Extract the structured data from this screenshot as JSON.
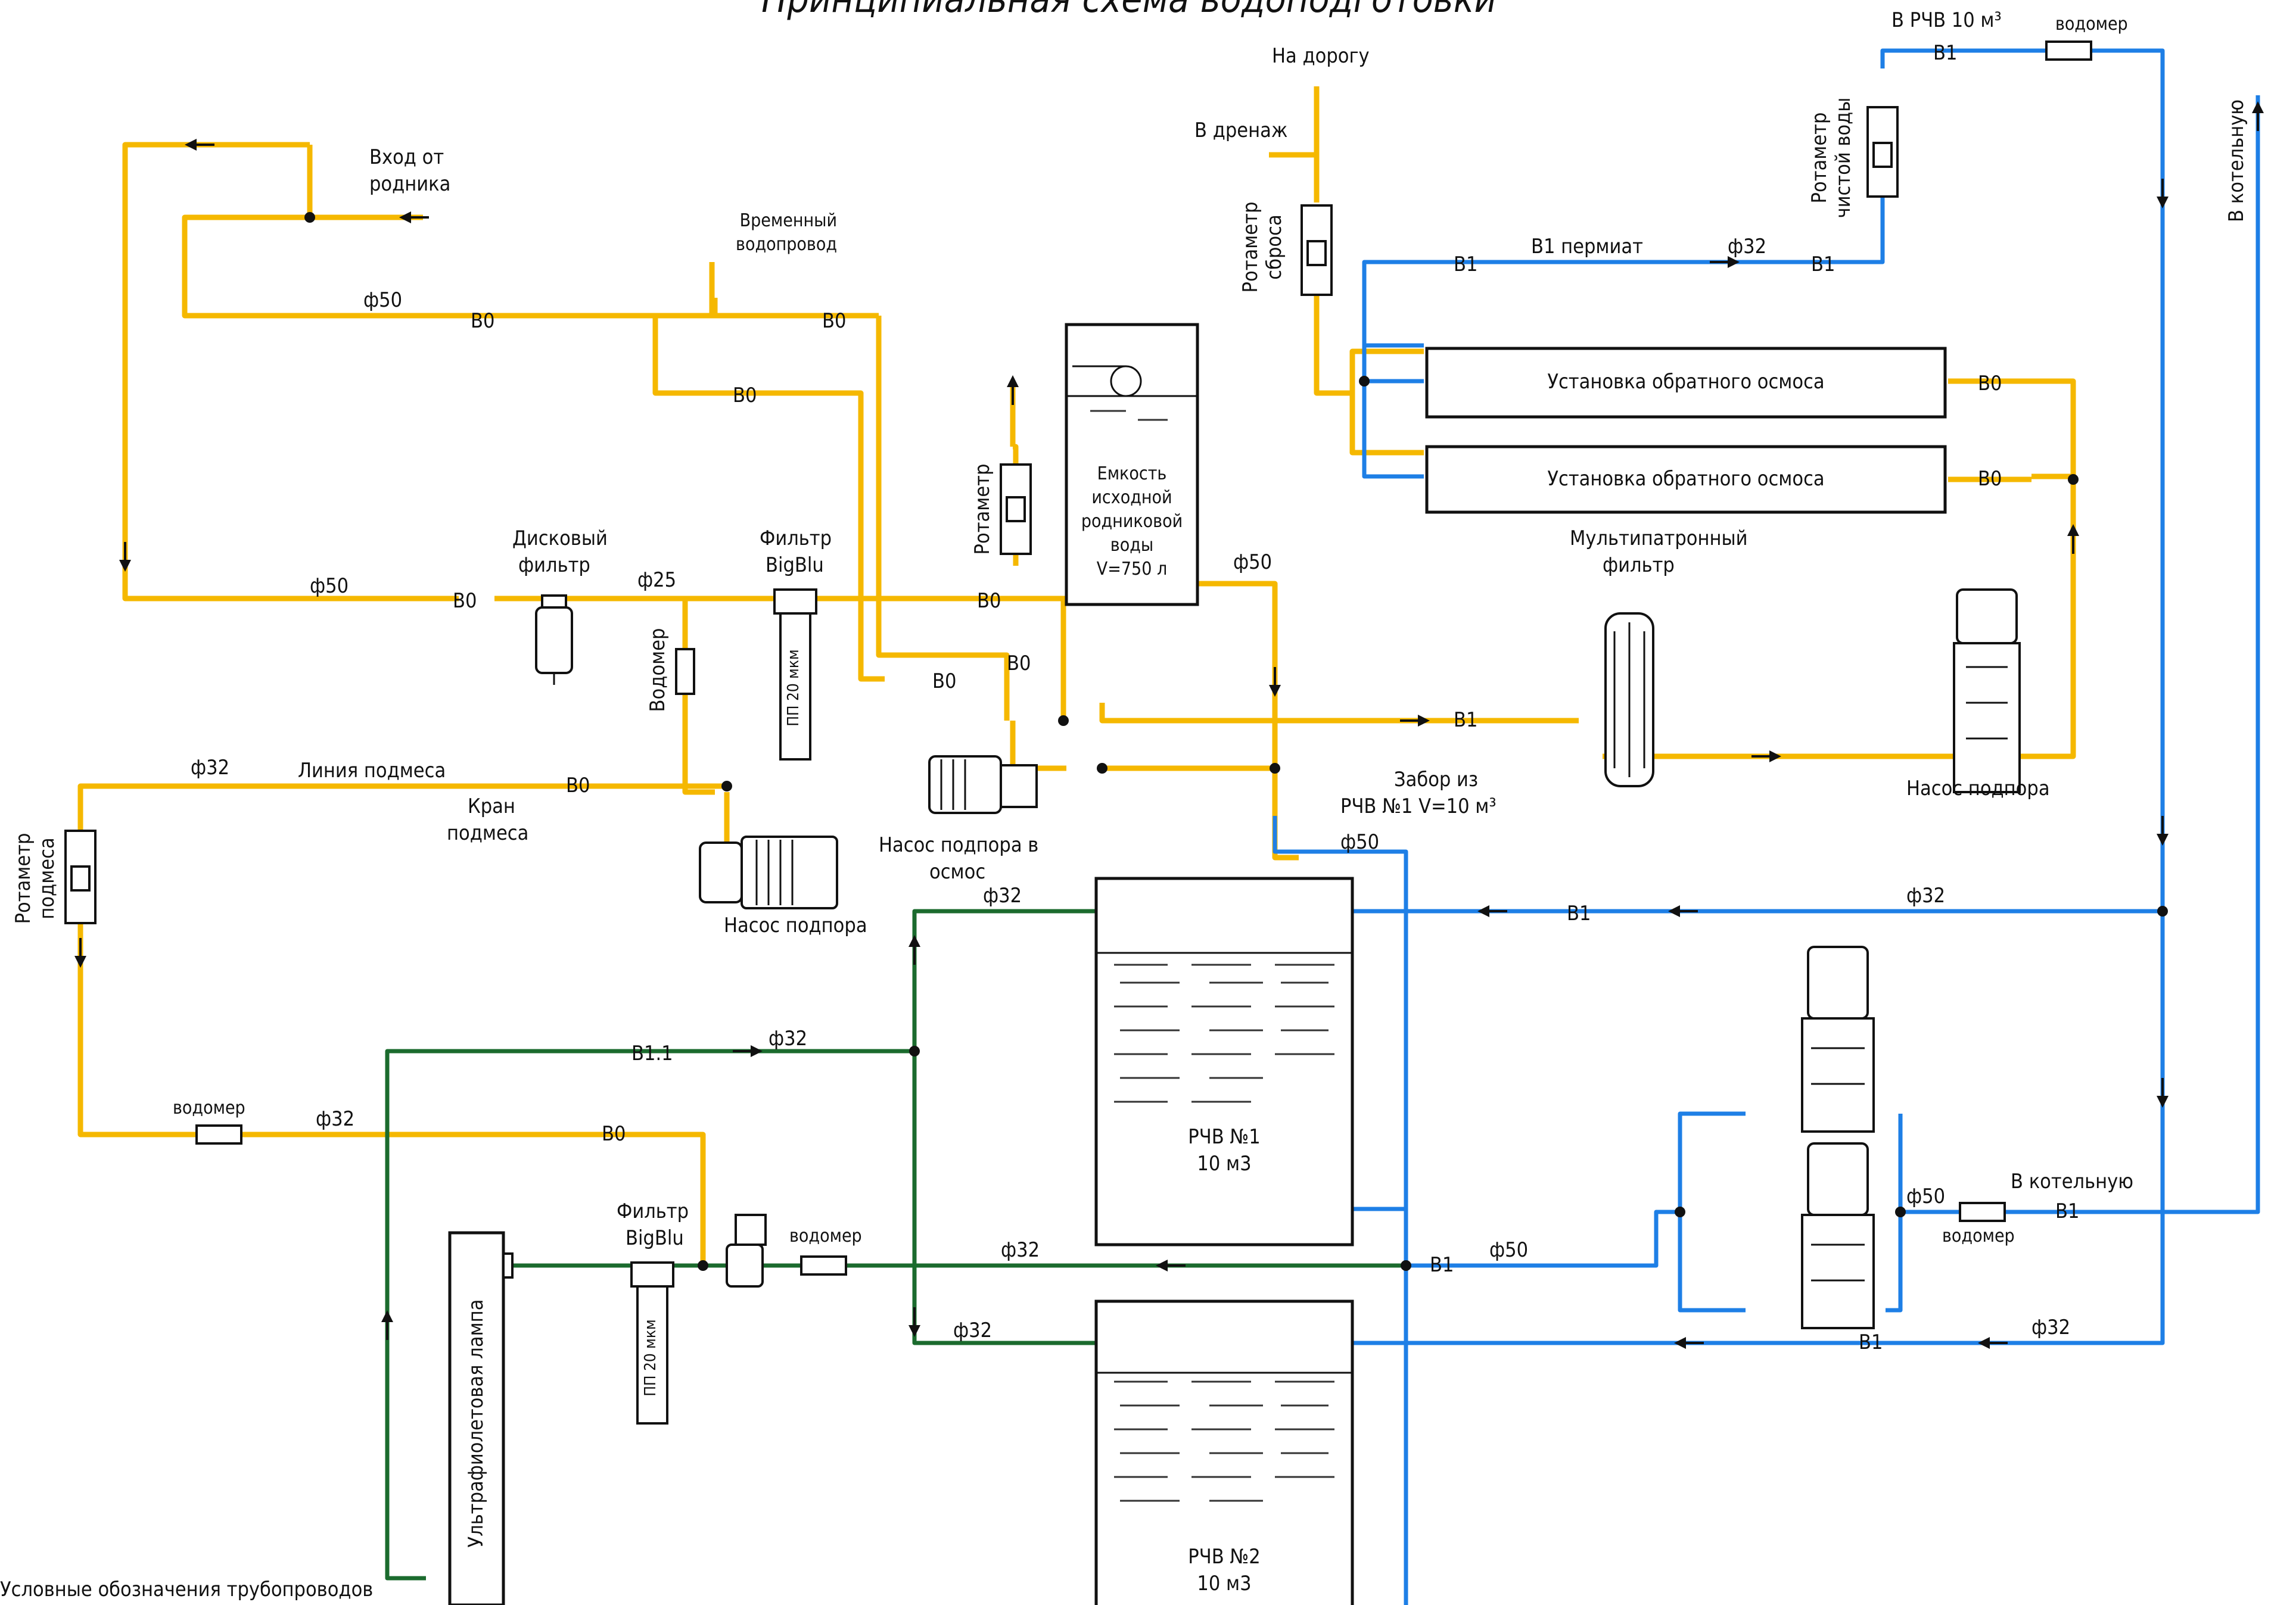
{
  "title": "Принципиальная схема водоподготовки",
  "colors": {
    "raw_water": "#F5B800",
    "clean_water": "#1E7FE6",
    "uv_loop": "#1B6B2E"
  },
  "line_codes": {
    "b0": "В0",
    "b1": "В1",
    "b11": "В1.1"
  },
  "diam": {
    "d25": "ф25",
    "d32": "ф32",
    "d50": "ф50"
  },
  "labels": {
    "source_l1": "Вход от",
    "source_l2": "родника",
    "temp_l1": "Временный",
    "temp_l2": "водопровод",
    "road": "На дорогу",
    "drain": "В дренаж",
    "rot_drop_l1": "Ротаметр",
    "rot_drop_l2": "сброса",
    "rot_clean_l1": "Ротаметр",
    "rot_clean_l2": "чистой воды",
    "to_tank_top": "В РЧВ 10 м³",
    "water_meter": "водомер",
    "boiler_vertical": "В котельную",
    "permeate": "В1 пермиат",
    "ro_unit": "Установка обратного осмоса",
    "tank_l1": "Емкость",
    "tank_l2": "исходной",
    "tank_l3": "родниковой",
    "tank_l4": "воды",
    "tank_l5": "V=750 л",
    "rotameter": "Ротаметр",
    "disc_filter_l1": "Дисковый",
    "disc_filter_l2": "фильтр",
    "bigblu_l1": "Фильтр",
    "bigblu_l2": "BigBlu",
    "cartridge": "ПП 20 мкм",
    "vodomer_big": "Водомер",
    "multi_l1": "Мультипатронный",
    "multi_l2": "фильтр",
    "booster_pump": "Насос подпора",
    "osmosis_pump_l1": "Насос подпора в",
    "osmosis_pump_l2": "осмос",
    "mix_line": "Линия подмеса",
    "mix_valve_l1": "Кран",
    "mix_valve_l2": "подмеса",
    "rot_mix_l1": "Ротаметр",
    "rot_mix_l2": "подмеса",
    "intake_l1": "Забор из",
    "intake_l2": "РЧВ №1 V=10 м³",
    "rchv1_l1": "РЧВ №1",
    "rchv1_l2": "10 м3",
    "rchv2_l1": "РЧВ №2",
    "rchv2_l2": "10 м3",
    "to_boiler": "В котельную",
    "uv_lamp": "Ультрафиолетовая лампа",
    "legend": "Условные обозначения трубопроводов"
  }
}
